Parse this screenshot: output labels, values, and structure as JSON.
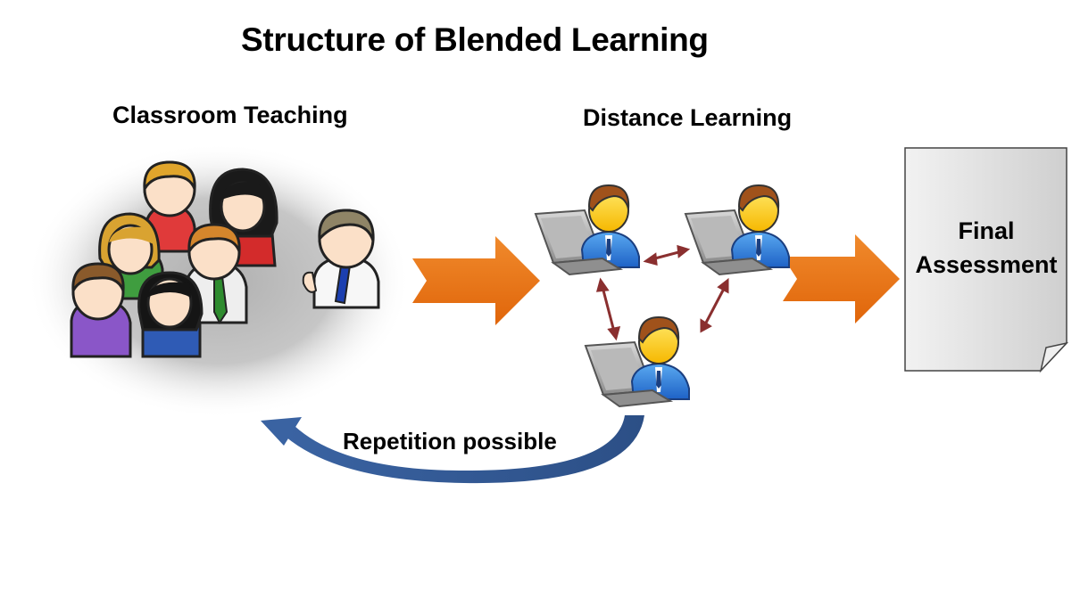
{
  "diagram": {
    "title": "Structure of Blended Learning",
    "classroom_label": "Classroom Teaching",
    "distance_label": "Distance Learning",
    "assessment_line1": "Final",
    "assessment_line2": "Assessment",
    "repetition_label": "Repetition possible"
  },
  "colors": {
    "flow_arrow": "#e8700f",
    "loop_arrow": "#3c68a8",
    "link_arrow": "#8a2f2f",
    "document_fill": "#d9d9d9",
    "classroom_shadow": "#b8b8b8"
  },
  "icons": {
    "students": "group-of-students-icon",
    "teacher": "teacher-icon",
    "learner": "learner-with-laptop-icon",
    "document": "document-icon"
  }
}
